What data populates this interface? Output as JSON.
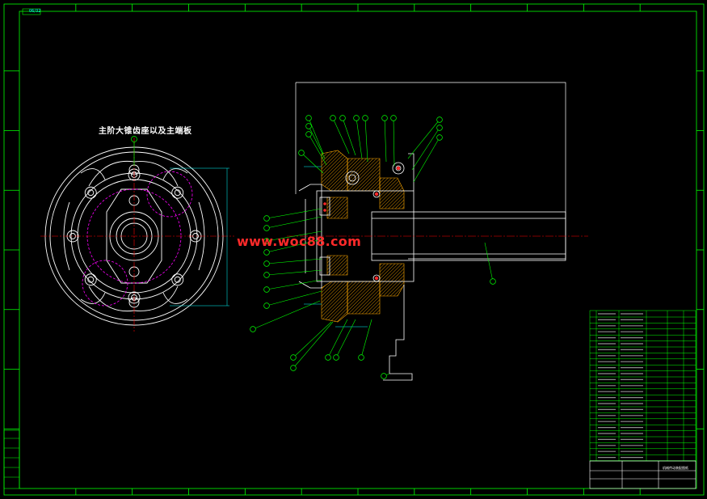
{
  "drawing": {
    "view_title": "主阶大锥齿座以及主端板",
    "watermark": "www.woc88.com",
    "sheet_label": "06/32",
    "title_block_name": "机械传动装配图纸",
    "colors": {
      "background": "#000000",
      "frame": "#00ff00",
      "outline": "#ffffff",
      "dimension": "#00ffff",
      "hatch": "#ffaa00",
      "centerline": "#ff0000",
      "phantom": "#ff00ff",
      "balloon": "#00ff00",
      "watermark": "#ff2a2a"
    }
  }
}
